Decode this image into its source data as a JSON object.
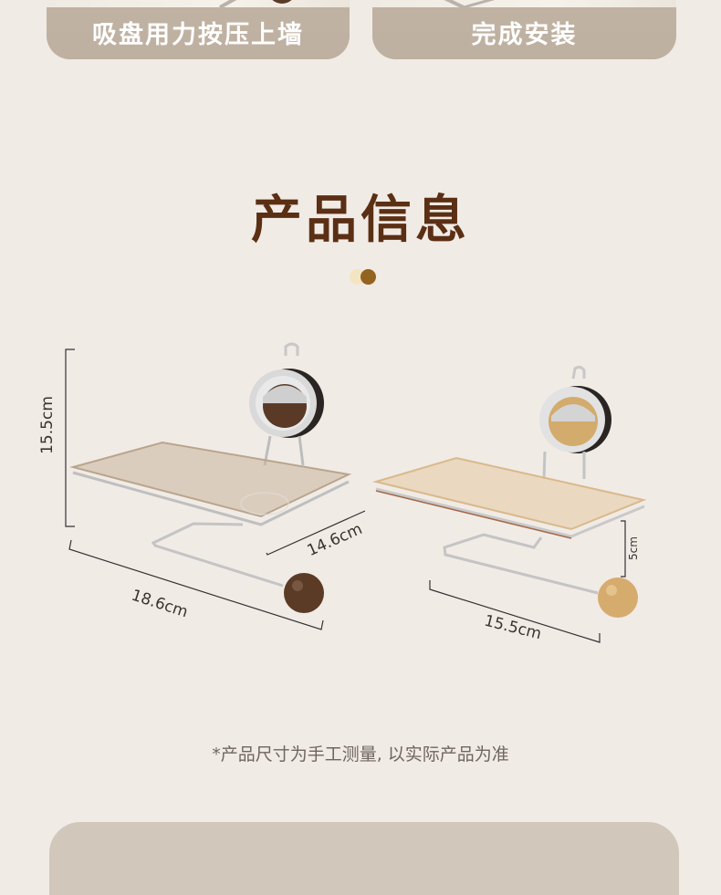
{
  "steps": [
    {
      "label": "吸盘用力按压上墙"
    },
    {
      "label": "完成安装"
    }
  ],
  "section": {
    "title": "产品信息",
    "dot_colors": [
      "#f3e5c2",
      "#93631f"
    ]
  },
  "products": [
    {
      "variant": "dark walnut",
      "height": "15.5cm",
      "depth": "14.6cm",
      "width": "18.6cm",
      "accent": "#5a3a26"
    },
    {
      "variant": "light wood",
      "hook_gap": "5cm",
      "width": "15.5cm",
      "accent": "#d3ab6c"
    }
  ],
  "note": "*产品尺寸为手工测量, 以实际产品为准",
  "colors": {
    "background": "#f1ebe6",
    "title": "#5b2f14",
    "step_band": "#bfb1a1",
    "bottom_card": "#d1c7bb"
  }
}
